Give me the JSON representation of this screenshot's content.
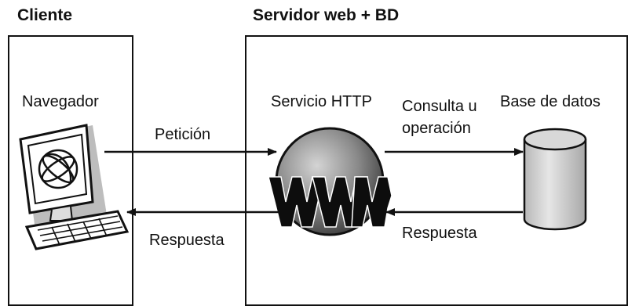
{
  "client": {
    "heading": "Cliente",
    "browser_label": "Navegador"
  },
  "server": {
    "heading": "Servidor web + BD",
    "http_label": "Servicio HTTP",
    "www_text": "WWW",
    "db_label": "Base de datos"
  },
  "arrows": {
    "request": "Petición",
    "response_to_client": "Respuesta",
    "query_line1": "Consulta u",
    "query_line2": "operación",
    "response_from_db": "Respuesta"
  }
}
